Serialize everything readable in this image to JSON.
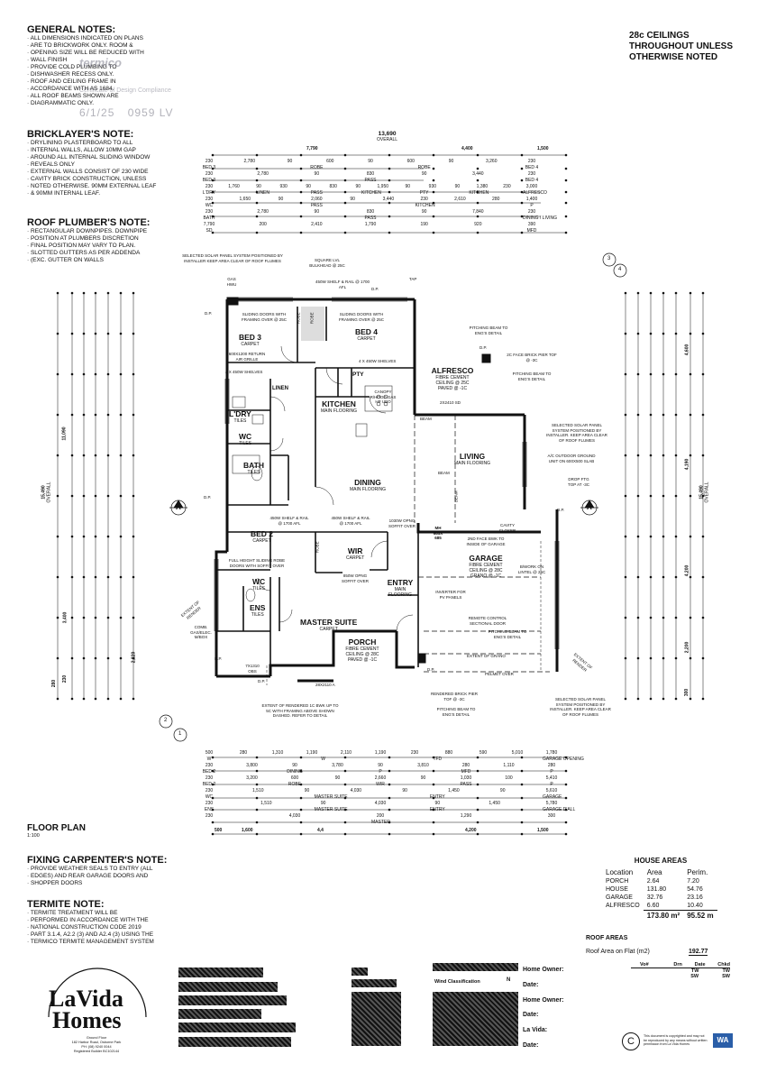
{
  "general_notes": {
    "heading": "GENERAL NOTES:",
    "lines": [
      "ALL DIMENSIONS INDICATED ON PLANS",
      "ARE TO BRICKWORK ONLY. ROOM &",
      "OPENING SIZE WILL BE REDUCED WITH",
      "WALL FINISH",
      "PROVIDE COLD PLUMBING TO",
      "DISHWASHER RECESS ONLY.",
      "ROOF AND CEILING FRAME IN",
      "ACCORDANCE WITH AS 1684.",
      "ALL ROOF BEAMS SHOWN ARE",
      "DIAGRAMMATIC ONLY."
    ]
  },
  "stamp": {
    "company": "termico",
    "text": "Certificate of Design Compliance",
    "date": "6/1/25",
    "code": "0959 LV"
  },
  "bricklayer_note": {
    "heading": "BRICKLAYER'S NOTE:",
    "lines": [
      "DRYLINING PLASTERBOARD TO ALL",
      "INTERNAL WALLS, ALLOW 10mm GAP",
      "AROUND ALL INTERNAL SLIDING WINDOW",
      "REVEALS ONLY",
      "EXTERNAL WALLS CONSIST OF 230 WIDE",
      "CAVITY BRICK CONSTRUCTION, UNLESS",
      "NOTED OTHERWISE. 90mm EXTERNAL LEAF",
      "& 90mm INTERNAL LEAF."
    ]
  },
  "roof_plumber_note": {
    "heading": "ROOF PLUMBER'S NOTE:",
    "lines": [
      "RECTANGULAR DOWNPIPES. DOWNPIPE",
      "POSITION AT PLUMBERS DISCRETION",
      "FINAL POSITION MAY VARY TO PLAN.",
      "SLOTTED GUTTERS AS PER ADDENDA",
      "(EXC. GUTTER ON WALLS"
    ]
  },
  "ceiling_note": [
    "28c CEILINGS",
    "THROUGHOUT UNLESS",
    "OTHERWISE NOTED"
  ],
  "dims_top": {
    "overall_value": "13,690",
    "overall_label": "OVERALL",
    "seg": [
      "7,790",
      "4,400",
      "1,500"
    ],
    "rows": [
      [
        "230",
        "2,780",
        "90",
        "600",
        "90",
        "600",
        "90",
        "3,260",
        "230"
      ],
      [
        "BED 3",
        "ROBE",
        "ROBE",
        "BED 4"
      ],
      [
        "230",
        "2,780",
        "90",
        "830",
        "90",
        "3,440",
        "230"
      ],
      [
        "BED 3",
        "PASS",
        "BED 4"
      ],
      [
        "230",
        "1,760",
        "90",
        "930",
        "90",
        "830",
        "90",
        "1,950",
        "90",
        "930",
        "90",
        "1,380",
        "230",
        "3,000"
      ],
      [
        "L'DRY",
        "LINEN",
        "PASS",
        "KITCHEN",
        "PTY",
        "KITCHEN",
        "ALFRESCO"
      ],
      [
        "230",
        "1,650",
        "90",
        "2,060",
        "90",
        "3,440",
        "230",
        "2,610",
        "280",
        "1,400"
      ],
      [
        "WC",
        "PASS",
        "KITCHEN",
        "P"
      ],
      [
        "230",
        "2,780",
        "90",
        "830",
        "90",
        "7,840",
        "230"
      ],
      [
        "BATH",
        "PASS",
        "DINING / LIVING"
      ],
      [
        "7,790",
        "200",
        "2,410",
        "1,790",
        "190",
        "920",
        "390"
      ],
      [
        "SD",
        "MFD"
      ]
    ]
  },
  "dims_bottom": {
    "rows": [
      [
        "500",
        "280",
        "1,310",
        "1,190",
        "2,110",
        "1,190",
        "230",
        "880",
        "590",
        "5,010",
        "1,780"
      ],
      [
        "W",
        "W",
        "TFD",
        "GARAGE OPENING"
      ],
      [
        "230",
        "3,800",
        "90",
        "3,780",
        "90",
        "3,810",
        "280",
        "1,110",
        "280"
      ],
      [
        "BED 2",
        "DINING",
        "P",
        "MFD",
        "P"
      ],
      [
        "230",
        "3,200",
        "600",
        "90",
        "2,660",
        "90",
        "1,030",
        "100",
        "5,410"
      ],
      [
        "BED 2",
        "ROBE",
        "WIR",
        "PASS",
        "P"
      ],
      [
        "230",
        "1,510",
        "90",
        "4,030",
        "90",
        "1,450",
        "90",
        "5,610"
      ],
      [
        "WC",
        "MASTER SUITE",
        "ENTRY",
        "GARAGE"
      ],
      [
        "230",
        "1,510",
        "90",
        "4,030",
        "90",
        "1,450",
        "5,780"
      ],
      [
        "ENS",
        "MASTER SUITE",
        "ENTRY",
        "GARAGE D'ALL"
      ],
      [
        "230",
        "4,030",
        "200",
        "1,290",
        "300"
      ],
      [
        "MASTER"
      ]
    ],
    "seg": [
      "500",
      "1,600",
      "4,4",
      "4,200",
      "1,500"
    ]
  },
  "dims_left": {
    "overall": "15,490",
    "overall_label": "OVERALL",
    "a": "11,090",
    "b": "3,400",
    "c": "2,220",
    "d": "230",
    "e": "280"
  },
  "dims_right": {
    "overall": "15,490",
    "overall_label": "OVERALL",
    "a": "4,600",
    "b": "4,190",
    "c": "4,200",
    "d": "2,200",
    "e": "300"
  },
  "rooms": [
    {
      "name": "BED 3",
      "finish": "CARPET"
    },
    {
      "name": "BED 4",
      "finish": "CARPET"
    },
    {
      "name": "L'DRY",
      "finish": "TILES"
    },
    {
      "name": "WC",
      "finish": "TILES"
    },
    {
      "name": "BATH",
      "finish": "TILES"
    },
    {
      "name": "KITCHEN",
      "finish": "MAIN FLOORING"
    },
    {
      "name": "ALFRESCO",
      "finish": "FIBRE CEMENT CEILING @ 25c PAVED @ -1c"
    },
    {
      "name": "LIVING",
      "finish": "MAIN FLOORING"
    },
    {
      "name": "DINING",
      "finish": "MAIN FLOORING"
    },
    {
      "name": "BED 2",
      "finish": "CARPET"
    },
    {
      "name": "WIR",
      "finish": "CARPET"
    },
    {
      "name": "GARAGE",
      "finish": "FIBRE CEMENT CEILING @ 28c GRANO @ -1c"
    },
    {
      "name": "WC",
      "finish": "TILES"
    },
    {
      "name": "ENS",
      "finish": "TILES"
    },
    {
      "name": "MASTER SUITE",
      "finish": "CARPET"
    },
    {
      "name": "ENTRY",
      "finish": "MAIN FLOORING"
    },
    {
      "name": "PORCH",
      "finish": "FIBRE CEMENT CEILING @ 28c PAVED @ -1c"
    },
    {
      "name": "PTY",
      "finish": ""
    },
    {
      "name": "LINEN",
      "finish": ""
    }
  ],
  "plan_labels": {
    "solar_top": "SELECTED SOLAR PANEL SYSTEM POSITIONED BY INSTALLER KEEP AREA CLEAR OF ROOF FLUMES",
    "square_lvl": "SQUARE LVL BULKHEAD @ 25c",
    "gas_hwu": "GAS HWU",
    "shelf_top": "450w SHELF & RAIL @ 1700 AFL",
    "dp": "D.P.",
    "tap": "TAP",
    "sliding_doors_1": "SLIDING DOORS WITH FRAMING OVER @ 25c",
    "sliding_doors_2": "SLIDING DOORS WITH FRAMING OVER @ 25c",
    "robe": "ROBE",
    "pitching_beam_1": "PITCHING BEAM TO ENG'S DETAIL",
    "brick_pier": "2c FACE BRICK PIER TOF @ -3c",
    "pitching_beam_2": "PITCHING BEAM TO ENG'S DETAIL",
    "return_grille": "600x1200 RETURN AIR GRILLE",
    "shelves_1": "4 x 450w SHELVES",
    "shelves_2": "4 x 450w SHELVES",
    "canopy": "CANOPY R/HOOD GAS HP UBO",
    "sd": "2x2410 SD",
    "beam": "BEAM",
    "solar_right": "SELECTED SOLAR PANEL SYSTEM POSITIONED BY INSTALLER. KEEP AREA CLEAR OF ROOF FLUMES",
    "ac_unit": "A/C OUTDOOR GROUND UNIT ON 600x500 SLAB",
    "drop_ftg": "DROP FTG TOP AT -3c",
    "shelf_bed2": "450w SHELF & RAIL @ 1700 AFL",
    "shelf_wir": "450w SHELF & RAIL @ 1700 AFL",
    "opening_1": "1030w OPNG SOFFIT OVER",
    "mh": "MH 685x 685",
    "cavity_closer": "CAVITY CLOSER",
    "face_bwk": "2nd FACE BWK TO INSIDE OF GARAGE",
    "robe_doors": "FULL HEIGHT SLIDING ROBE DOORS WITH SOFFIT OVER",
    "opening_2": "850w OPNG SOFFIT OVER",
    "bwork_lintel": "B/WORK ON LINTEL @ 25c",
    "inverter": "INVERTER FOR PV PANELS",
    "remote_door": "REMOTE CONTROL SECTIONAL DOOR",
    "pitching_beam_3": "PITCHING BEAM TO ENG'S DETAIL",
    "extent_grano": "EXTENT OF GRANO",
    "pelmet": "PELMET OVER",
    "extent_render_l": "EXTENT OF RENDER",
    "extent_render_r": "EXTENT OF RENDER",
    "comb_box": "COMB. GAS/ELEC. M/BOX",
    "obs": "7x1310 OBS",
    "sd_master": "28x2110 A",
    "rendered_pier": "RENDERED BRICK PIER TOF @ -3c",
    "pitching_beam_4": "PITCHING BEAM TO ENG'S DETAIL",
    "solar_bottom": "SELECTED SOLAR PANEL SYSTEM POSITIONED BY INSTALLER. KEEP AREA CLEAR OF ROOF FLUMES",
    "extent_rendered": "EXTENT OF RENDERED 1c BWK UP TO 5c WITH FRAMING ABOVE SHOWN DASHED. REFER TO DETAIL",
    "section_a": "A",
    "sec_1": "1",
    "sec_2": "2",
    "sec_3": "3",
    "sec_4": "4"
  },
  "floor_plan_title": {
    "title": "FLOOR PLAN",
    "scale": "1:100"
  },
  "fixing_carpenter": {
    "heading": "FIXING CARPENTER'S NOTE:",
    "lines": [
      "PROVIDE WEATHER SEALS TO ENTRY (ALL",
      "EDGES) AND REAR GARAGE DOORS AND",
      "SHOPPER DOORS"
    ]
  },
  "termite": {
    "heading": "TERMITE NOTE:",
    "lines": [
      "TERMITE TREATMENT WILL BE",
      "PERFORMED IN ACCORDANCE WITH THE",
      "NATIONAL CONSTRUCTION CODE 2019",
      "PART 3.1.4, A2.2 (3) AND A2.4 (3) USING THE",
      "TERMICO TERMITE MANAGEMENT SYSTEM"
    ]
  },
  "house_areas": {
    "title": "HOUSE AREAS",
    "headers": [
      "Location",
      "Area",
      "Perim."
    ],
    "rows": [
      [
        "PORCH",
        "2.64",
        "7.20"
      ],
      [
        "HOUSE",
        "131.80",
        "54.76"
      ],
      [
        "GARAGE",
        "32.76",
        "23.16"
      ],
      [
        "ALFRESCO",
        "6.60",
        "10.40"
      ]
    ],
    "total_area": "173.80 m²",
    "total_perim": "95.52 m",
    "roof_title": "ROOF AREAS",
    "roof_label": "Roof Area on Flat (m2)",
    "roof_value": "192.77"
  },
  "revision": {
    "col1": "Vo#",
    "col2": "Drn",
    "col3": "Date",
    "col4": "Chkd",
    "r1a": "TW",
    "r1b": "TW",
    "r2a": "SW",
    "r2b": "SW"
  },
  "title_block": {
    "wind": "Wind Classification",
    "wind_val": "N",
    "home_owner_1": "Home Owner:",
    "date_1": "Date:",
    "home_owner_2": "Home Owner:",
    "date_2": "Date:",
    "la_vida": "La Vida:",
    "date_3": "Date:"
  },
  "logo": {
    "line1": "LaVida",
    "line2": "Homes",
    "addr1": "Ground Floor",
    "addr2": "182 Harbor Road, Osborne Park",
    "addr3": "PH: (08) 9240 0044",
    "addr4": "Registered Builder BC102144"
  },
  "copyright": {
    "symbol": "C",
    "text": "This document is copyrighted and may not be reproduced by any means without written permission from La Vida Homes",
    "state": "WA"
  }
}
